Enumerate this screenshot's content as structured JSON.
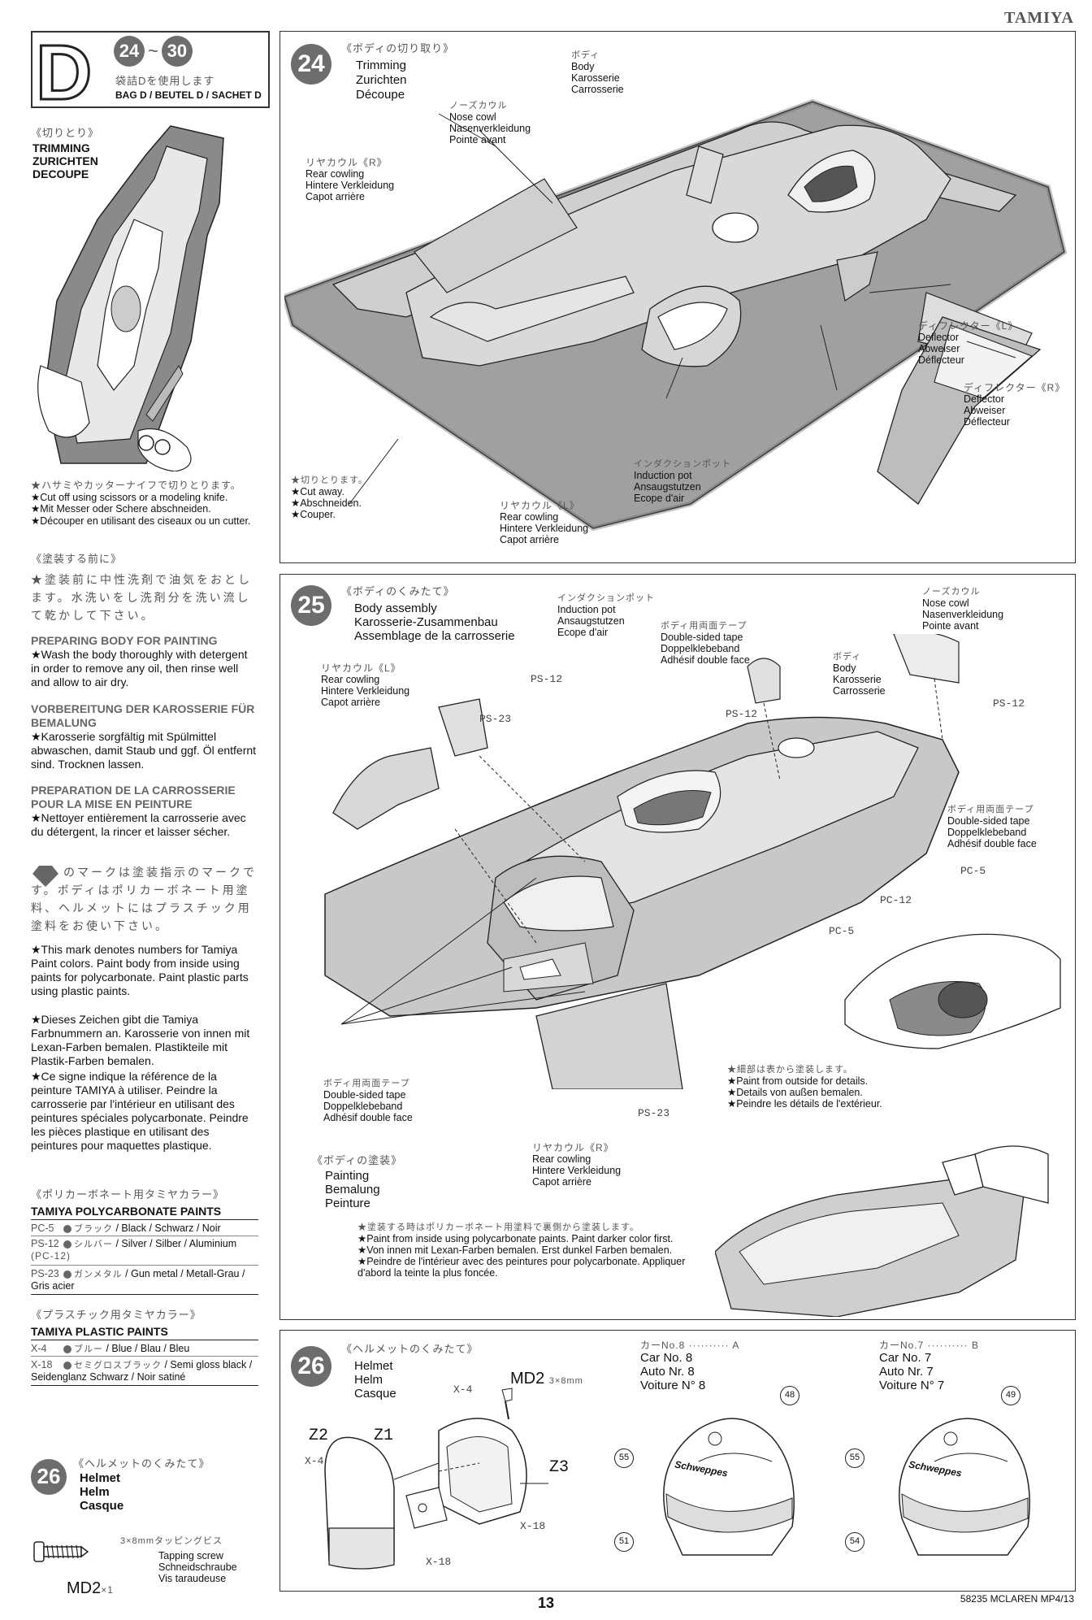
{
  "header": {
    "brand": "TAMIYA"
  },
  "footer": {
    "page_number": "13",
    "model": "58235 MCLAREN MP4/13"
  },
  "bag_box": {
    "letter": "D",
    "steps_from": "24",
    "tilde": "~",
    "steps_to": "30",
    "jp": "袋詰Dを使用します",
    "label": "BAG D / BEUTEL D / SACHET D"
  },
  "sidebar": {
    "trimming_jp": "《切りとり》",
    "trimming": [
      "TRIMMING",
      "ZURICHTEN",
      "DECOUPE"
    ],
    "trim_notes": [
      "★ハサミやカッターナイフで切りとります。",
      "★Cut off using scissors or a modeling knife.",
      "★Mit Messer oder Schere abschneiden.",
      "★Découper en utilisant des ciseaux ou un cutter."
    ],
    "prep_jp_title": "《塗装する前に》",
    "prep_jp": "★塗装前に中性洗剤で油気をおとします。水洗いをし洗剤分を洗い流して乾かして下さい。",
    "prep_en_title": "PREPARING BODY FOR PAINTING",
    "prep_en": "★Wash the body thoroughly with detergent in order to remove any oil, then rinse well and allow to air dry.",
    "prep_de_title": "VORBEREITUNG DER KAROSSERIE FÜR BEMALUNG",
    "prep_de": "★Karosserie sorgfältig mit Spülmittel abwaschen, damit Staub und ggf. Öl entfernt sind. Trocknen lassen.",
    "prep_fr_title": "PREPARATION DE LA CARROSSERIE POUR LA MISE EN PEINTURE",
    "prep_fr": "★Nettoyer entièrement la carrosserie avec du détergent, la rincer et laisser sécher.",
    "mark_jp": "のマークは塗装指示のマークです。ボディはポリカーボネート用塗料、ヘルメットにはプラスチック用塗料をお使い下さい。",
    "mark_en": "★This mark denotes numbers for Tamiya Paint colors. Paint body from inside using paints for polycarbonate. Paint plastic parts using plastic paints.",
    "mark_de": "★Dieses Zeichen gibt die Tamiya Farbnummern an. Karosserie von innen mit Lexan-Farben bemalen. Plastikteile mit Plastik-Farben bemalen.",
    "mark_fr": "★Ce signe indique la référence de la peinture TAMIYA à utiliser. Peindre la carrosserie par l'intérieur en utilisant des peintures spéciales polycarbonate. Peindre les pièces plastique en utilisant des peintures pour maquettes plastique.",
    "poly_jp": "《ポリカーボネート用タミヤカラー》",
    "poly_title": "TAMIYA POLYCARBONATE PAINTS",
    "poly_paints": [
      {
        "code": "PC-5",
        "jp": "ブラック",
        "name": "/ Black / Schwarz / Noir"
      },
      {
        "code": "PS-12",
        "jp": "シルバー",
        "name": "/ Silver / Silber / Aluminium",
        "extra": "(PC-12)"
      },
      {
        "code": "PS-23",
        "jp": "ガンメタル",
        "name": "/ Gun metal / Metall-Grau / Gris acier"
      }
    ],
    "plastic_jp": "《プラスチック用タミヤカラー》",
    "plastic_title": "TAMIYA PLASTIC PAINTS",
    "plastic_paints": [
      {
        "code": "X-4",
        "jp": "ブルー",
        "name": "/ Blue / Blau / Bleu"
      },
      {
        "code": "X-18",
        "jp": "セミグロスブラック",
        "name": "/ Semi gloss black / Seidenglanz Schwarz / Noir satiné"
      }
    ],
    "step26_num": "26",
    "step26_jp": "《ヘルメットのくみたて》",
    "step26": [
      "Helmet",
      "Helm",
      "Casque"
    ],
    "screw_jp": "3×8mmタッピングビス",
    "screw": [
      "Tapping screw",
      "Schneidschraube",
      "Vis taraudeuse"
    ],
    "screw_code": "MD2",
    "screw_qty": "×1"
  },
  "step24": {
    "num": "24",
    "title_jp": "《ボディの切り取り》",
    "title": [
      "Trimming",
      "Zurichten",
      "Découpe"
    ],
    "body_jp": "ボディ",
    "body": [
      "Body",
      "Karosserie",
      "Carrosserie"
    ],
    "nose_jp": "ノーズカウル",
    "nose": [
      "Nose cowl",
      "Nasenverkleidung",
      "Pointe avant"
    ],
    "rear_r_jp": "リヤカウル《R》",
    "rear_r": [
      "Rear cowling",
      "Hintere Verkleidung",
      "Capot arrière"
    ],
    "defl_l_jp": "ディフレクター《L》",
    "defl_l": [
      "Deflector",
      "Abweiser",
      "Déflecteur"
    ],
    "defl_r_jp": "ディフレクター《R》",
    "defl_r": [
      "Deflector",
      "Abweiser",
      "Déflecteur"
    ],
    "intake_jp": "インダクションポット",
    "intake": [
      "Induction pot",
      "Ansaugstutzen",
      "Ecope d'air"
    ],
    "rear_l_jp": "リヤカウル《L》",
    "rear_l": [
      "Rear cowling",
      "Hintere Verkleidung",
      "Capot arrière"
    ],
    "cut_jp": "★切りとります。",
    "cut": [
      "★Cut away.",
      "★Abschneiden.",
      "★Couper."
    ]
  },
  "step25": {
    "num": "25",
    "title_jp": "《ボディのくみたて》",
    "title": [
      "Body assembly",
      "Karosserie-Zusammenbau",
      "Assemblage de la carrosserie"
    ],
    "intake_jp": "インダクションポット",
    "intake": [
      "Induction pot",
      "Ansaugstutzen",
      "Ecope d'air"
    ],
    "tape1_jp": "ボディ用両面テープ",
    "tape1": [
      "Double-sided tape",
      "Doppelklebeband",
      "Adhésif double face"
    ],
    "nose_jp": "ノーズカウル",
    "nose": [
      "Nose cowl",
      "Nasenverkleidung",
      "Pointe avant"
    ],
    "rear_l_jp": "リヤカウル《L》",
    "rear_l": [
      "Rear cowling",
      "Hintere Verkleidung",
      "Capot arrière"
    ],
    "body_jp": "ボディ",
    "body": [
      "Body",
      "Karosserie",
      "Carrosserie"
    ],
    "tape2_jp": "ボディ用両面テープ",
    "tape2": [
      "Double-sided tape",
      "Doppelklebeband",
      "Adhésif double face"
    ],
    "tape3_jp": "ボディ用両面テープ",
    "tape3": [
      "Double-sided tape",
      "Doppelklebeband",
      "Adhésif double face"
    ],
    "rear_r_jp": "リヤカウル《R》",
    "rear_r": [
      "Rear cowling",
      "Hintere Verkleidung",
      "Capot arrière"
    ],
    "codes": {
      "ps12a": "PS-12",
      "ps23a": "PS-23",
      "ps12b": "PS-12",
      "ps12c": "PS-12",
      "ps23b": "PS-23",
      "pc5a": "PC-5",
      "pc12": "PC-12",
      "pc5b": "PC-5"
    },
    "detail_jp": "★細部は表から塗装します。",
    "detail": [
      "★Paint from outside for details.",
      "★Details von außen bemalen.",
      "★Peindre les détails de l'extérieur."
    ],
    "paint_jp": "《ボディの塗装》",
    "paint_title": [
      "Painting",
      "Bemalung",
      "Peinture"
    ],
    "paint_note_jp": "★塗装する時はポリカーボネート用塗料で裏側から塗装します。",
    "paint_note": [
      "★Paint from inside using polycarbonate paints. Paint darker color first.",
      "★Von innen mit Lexan-Farben bemalen. Erst dunkel Farben bemalen.",
      "★Peindre de l'intérieur avec des peintures pour polycarbonate. Appliquer d'abord la teinte la plus foncée."
    ]
  },
  "step26": {
    "num": "26",
    "title_jp": "《ヘルメットのくみたて》",
    "title": [
      "Helmet",
      "Helm",
      "Casque"
    ],
    "screw_code": "MD2",
    "screw_size": "3×8mm",
    "x4a": "X-4",
    "x4b": "X-4",
    "x18a": "X-18",
    "x18b": "X-18",
    "z1": "Z1",
    "z2": "Z2",
    "z3": "Z3",
    "car_a_jp": "カーNo.8 ·········· A",
    "car_a": [
      "Car No. 8",
      "Auto Nr. 8",
      "Voiture N° 8"
    ],
    "car_b_jp": "カーNo.7 ·········· B",
    "car_b": [
      "Car No. 7",
      "Auto Nr. 7",
      "Voiture N° 7"
    ],
    "decals_a": [
      "48",
      "55",
      "51"
    ],
    "decals_b": [
      "49",
      "55",
      "54"
    ],
    "sponsor": "Schweppes"
  }
}
